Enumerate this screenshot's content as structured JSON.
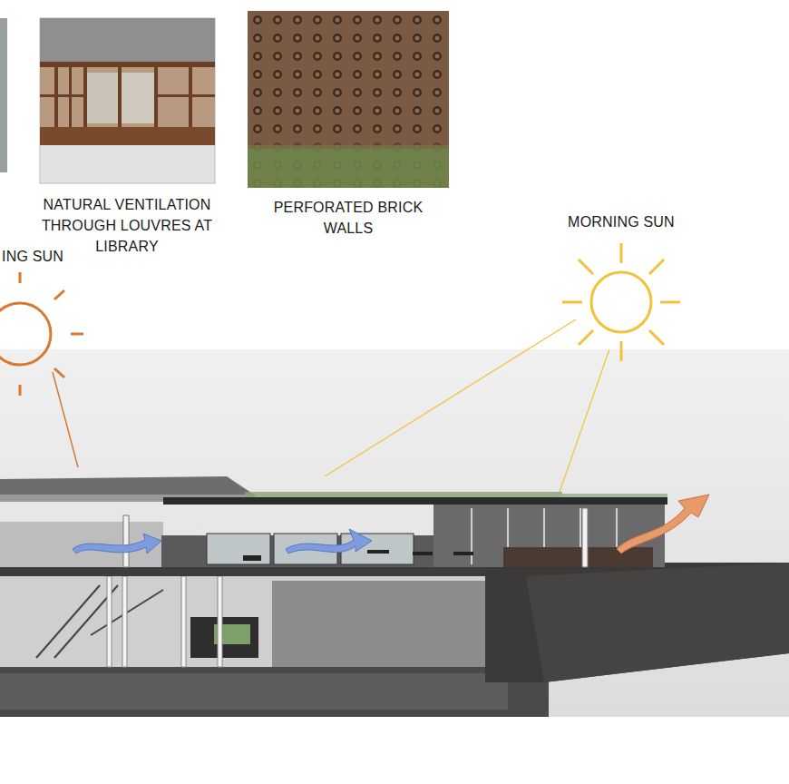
{
  "diagram": {
    "labels": [
      "NATURAL VENTILATION THROUGH LOUVRES AT LIBRARY",
      "PERFORATED BRICK WALLS",
      "MORNING SUN",
      "ING SUN"
    ]
  }
}
